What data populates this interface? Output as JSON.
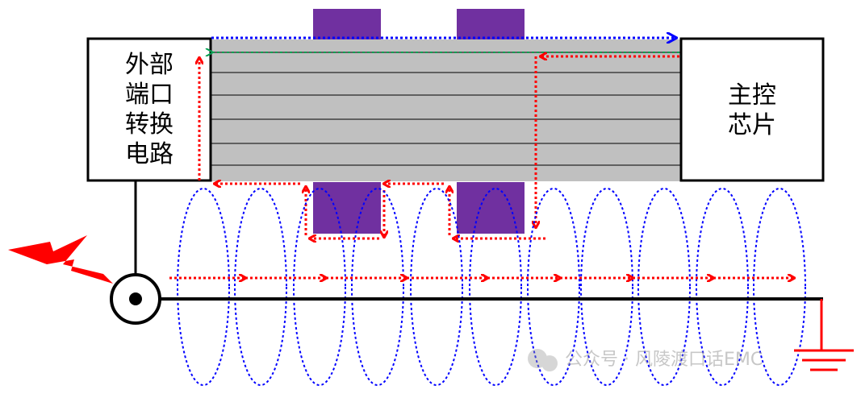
{
  "left_box": {
    "lines": [
      "外部",
      "端口",
      "转换",
      "电路"
    ]
  },
  "right_box": {
    "lines": [
      "主控",
      "芯片"
    ]
  },
  "watermark": "公众号 · 风陵渡口话EMC",
  "colors": {
    "pcb_layers": "#c0c0c0",
    "layer_line": "#000000",
    "purple_block": "#7030a0",
    "loop_blue": "#0000ff",
    "current_red": "#ff0000",
    "return_green": "#00a050",
    "esd_bolt": "#ff0000",
    "ground": "#ff0000"
  },
  "icons": [
    "esd-lightning-icon",
    "cable-cross-section-icon",
    "ground-symbol-icon",
    "watermark-logo-icon"
  ]
}
